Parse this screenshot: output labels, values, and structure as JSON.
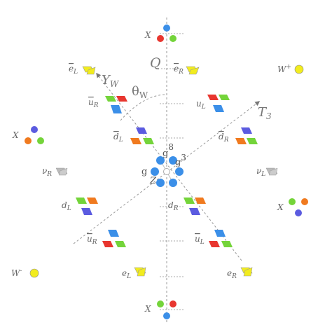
{
  "colors": {
    "red": "#e8362f",
    "green": "#74d43a",
    "blue": "#3b8fe8",
    "orange": "#f07a1f",
    "purple": "#5b5be0",
    "yellow": "#f2ec1e",
    "gray": "#bbbbbb",
    "axis": "#999999"
  },
  "axes": {
    "Q": "Q",
    "Y_W": "Y",
    "Y_W_sub": "W",
    "theta_W": "θ",
    "theta_W_sub": "W",
    "T3": "T",
    "T3_sub": "3"
  },
  "center": {
    "g_top": "g",
    "g_top_sup": "8",
    "g_right": "g",
    "g_right_sup": "3",
    "g_left": "g",
    "z_label": "Z"
  },
  "particles": {
    "X_top": "X",
    "X_bottom": "X",
    "X_left": "X",
    "X_right": "X",
    "W_plus": "W",
    "W_plus_sup": "+",
    "W_minus": "W",
    "W_minus_sup": "-",
    "eL_bar": "e",
    "eL_bar_sub": "L",
    "eR_bar": "e",
    "eR_bar_sub": "R",
    "uR_bar": "u",
    "uR_bar_sub": "R",
    "uL": "u",
    "uL_sub": "L",
    "dL_bar": "d",
    "dL_bar_sub": "L",
    "dR_bar": "d",
    "dR_bar_sub": "R",
    "nuR": "ν",
    "nuR_sub": "R",
    "nuL": "ν",
    "nuL_sub": "L",
    "dL": "d",
    "dL_sub": "L",
    "dR": "d",
    "dR_sub": "R",
    "uR": "u",
    "uR_sub": "R",
    "uL_bar": "u",
    "uL_bar_sub": "L",
    "eL": "e",
    "eL_sub": "L",
    "eR": "e",
    "eR_sub": "R"
  }
}
